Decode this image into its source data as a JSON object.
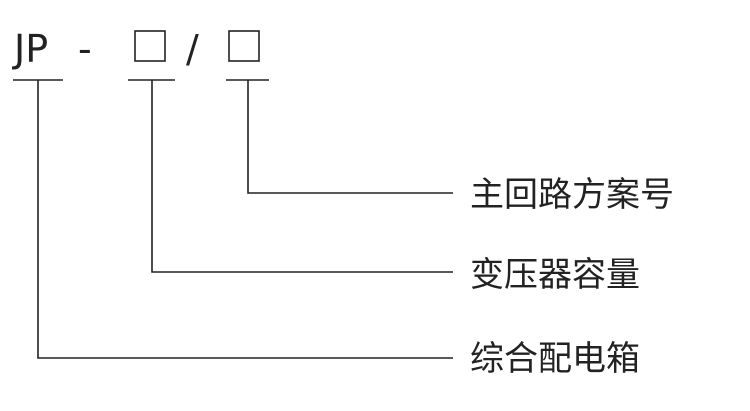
{
  "code": {
    "prefix": "JP",
    "dash": "-",
    "slash": "/"
  },
  "labels": {
    "main_circuit_scheme": "主回路方案号",
    "transformer_capacity": "变压器容量",
    "integrated_distribution_box": "综合配电箱"
  },
  "colors": {
    "ink": "#222222",
    "background": "#ffffff"
  }
}
